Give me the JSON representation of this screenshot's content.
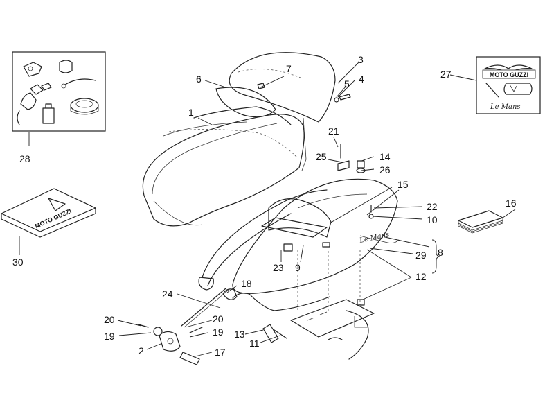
{
  "callouts": [
    {
      "id": "c1",
      "text": "1"
    },
    {
      "id": "c2",
      "text": "2"
    },
    {
      "id": "c3",
      "text": "3"
    },
    {
      "id": "c4",
      "text": "4"
    },
    {
      "id": "c5",
      "text": "5"
    },
    {
      "id": "c6",
      "text": "6"
    },
    {
      "id": "c7",
      "text": "7"
    },
    {
      "id": "c8",
      "text": "8"
    },
    {
      "id": "c9",
      "text": "9"
    },
    {
      "id": "c10",
      "text": "10"
    },
    {
      "id": "c11",
      "text": "11"
    },
    {
      "id": "c12",
      "text": "12"
    },
    {
      "id": "c13",
      "text": "13"
    },
    {
      "id": "c14",
      "text": "14"
    },
    {
      "id": "c15",
      "text": "15"
    },
    {
      "id": "c16",
      "text": "16"
    },
    {
      "id": "c17",
      "text": "17"
    },
    {
      "id": "c18",
      "text": "18"
    },
    {
      "id": "c19a",
      "text": "19"
    },
    {
      "id": "c19b",
      "text": "19"
    },
    {
      "id": "c20a",
      "text": "20"
    },
    {
      "id": "c20b",
      "text": "20"
    },
    {
      "id": "c21",
      "text": "21"
    },
    {
      "id": "c22",
      "text": "22"
    },
    {
      "id": "c23",
      "text": "23"
    },
    {
      "id": "c24",
      "text": "24"
    },
    {
      "id": "c25",
      "text": "25"
    },
    {
      "id": "c26",
      "text": "26"
    },
    {
      "id": "c27",
      "text": "27"
    },
    {
      "id": "c28",
      "text": "28"
    },
    {
      "id": "c29",
      "text": "29"
    },
    {
      "id": "c30",
      "text": "30"
    }
  ],
  "logos": {
    "brand": "MOTO GUZZI",
    "model_script": "Le Mans",
    "manual_cover": "MOTO GUZZI"
  }
}
